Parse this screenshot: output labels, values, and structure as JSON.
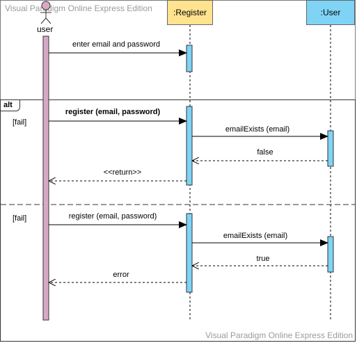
{
  "watermark": {
    "top": "Visual Paradigm Online Express Edition",
    "bottom": "Visual Paradigm Online Express Edition"
  },
  "actor": {
    "name": "user"
  },
  "lifelines": {
    "register": ":Register",
    "user": ":User"
  },
  "messages": {
    "m1": "enter email and password",
    "m2": "register (email, password)",
    "m3": "emailExists (email)",
    "m4": "false",
    "m5": "<<return>>",
    "m6": "register (email, password)",
    "m7": "emailExists (email)",
    "m8": "true",
    "m9": "error"
  },
  "fragment": {
    "operator": "alt",
    "guard1": "[fail]",
    "guard2": "[fail]"
  },
  "colors": {
    "actor_activation": "#d8a9c7",
    "register_header": "#ffe38f",
    "user_header": "#7fd3f5",
    "activation": "#7fd3f5"
  }
}
